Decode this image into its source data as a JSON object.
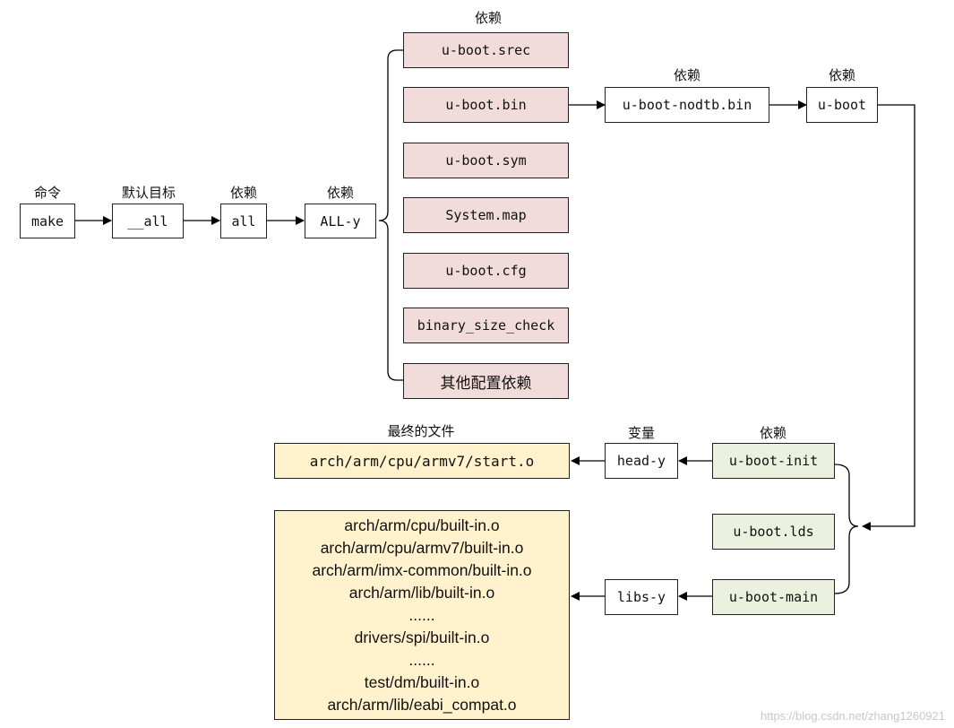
{
  "labels": {
    "cmd": "命令",
    "default_target": "默认目标",
    "dep_all": "依赖",
    "dep_ally": "依赖",
    "dep_top": "依赖",
    "dep_nodtb": "依赖",
    "dep_uboot": "依赖",
    "var": "变量",
    "dep_init": "依赖",
    "final_file": "最终的文件"
  },
  "nodes": {
    "make": "make",
    "all_default": "__all",
    "all": "all",
    "all_y": "ALL-y",
    "srec": "u-boot.srec",
    "bin": "u-boot.bin",
    "sym": "u-boot.sym",
    "system_map": "System.map",
    "cfg": "u-boot.cfg",
    "size_check": "binary_size_check",
    "other_deps": "其他配置依赖",
    "nodtb_bin": "u-boot-nodtb.bin",
    "uboot": "u-boot",
    "uboot_init": "u-boot-init",
    "uboot_lds": "u-boot.lds",
    "uboot_main": "u-boot-main",
    "head_y": "head-y",
    "libs_y": "libs-y",
    "start_o": "arch/arm/cpu/armv7/start.o"
  },
  "libs_list": [
    "arch/arm/cpu/built-in.o",
    "arch/arm/cpu/armv7/built-in.o",
    "arch/arm/imx-common/built-in.o",
    "arch/arm/lib/built-in.o",
    "......",
    "drivers/spi/built-in.o",
    "......",
    "test/dm/built-in.o",
    "arch/arm/lib/eabi_compat.o"
  ],
  "watermark": "https://blog.csdn.net/zhang1260921",
  "colors": {
    "pink": "#f2dcdb",
    "green": "#ebf1de",
    "yellow": "#fff2cc",
    "line": "#000000"
  }
}
